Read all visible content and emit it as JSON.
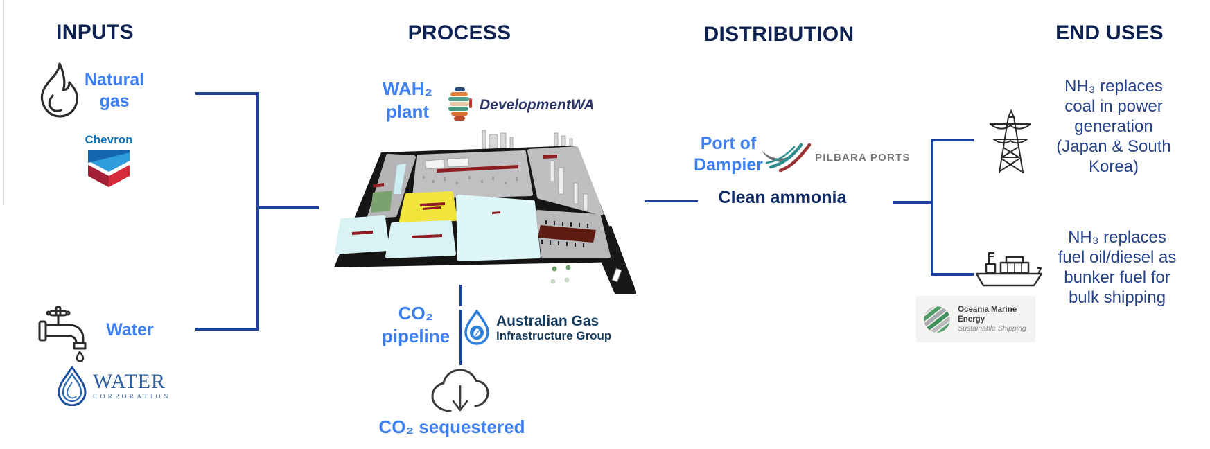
{
  "headers": {
    "inputs": "INPUTS",
    "process": "PROCESS",
    "distribution": "DISTRIBUTION",
    "end_uses": "END USES"
  },
  "inputs": {
    "natural_gas": "Natural gas",
    "water": "Water",
    "chevron_wordmark": "Chevron",
    "water_corp_name": "WATER",
    "water_corp_sub": "CORPORATION"
  },
  "process": {
    "plant": "WAH₂ plant",
    "developmentwa": "DevelopmentWA",
    "co2_pipeline": "CO₂ pipeline",
    "agig_line1": "Australian Gas",
    "agig_line2": "Infrastructure Group",
    "co2_sequestered": "CO₂ sequestered"
  },
  "distribution": {
    "port": "Port of Dampier",
    "pilbara_ports": "PILBARA PORTS",
    "clean_ammonia": "Clean ammonia"
  },
  "end_uses": {
    "power": "NH₃ replaces coal in power generation (Japan & South Korea)",
    "shipping": "NH₃ replaces fuel oil/diesel as bunker fuel for bulk shipping",
    "oceania_name": "Oceania Marine Energy",
    "oceania_sub": "Sustainable Shipping"
  },
  "colors": {
    "header_navy": "#0c2150",
    "accent_blue": "#3e80f3",
    "connector_blue": "#1e429b",
    "clean_ammonia_navy": "#0e2a63",
    "chevron_blue": "#2f9ddb",
    "chevron_red": "#d42a3a",
    "pilbara_teal": "#2e8f8f",
    "pilbara_red": "#993333",
    "agig_blue": "#2d7fd8"
  }
}
